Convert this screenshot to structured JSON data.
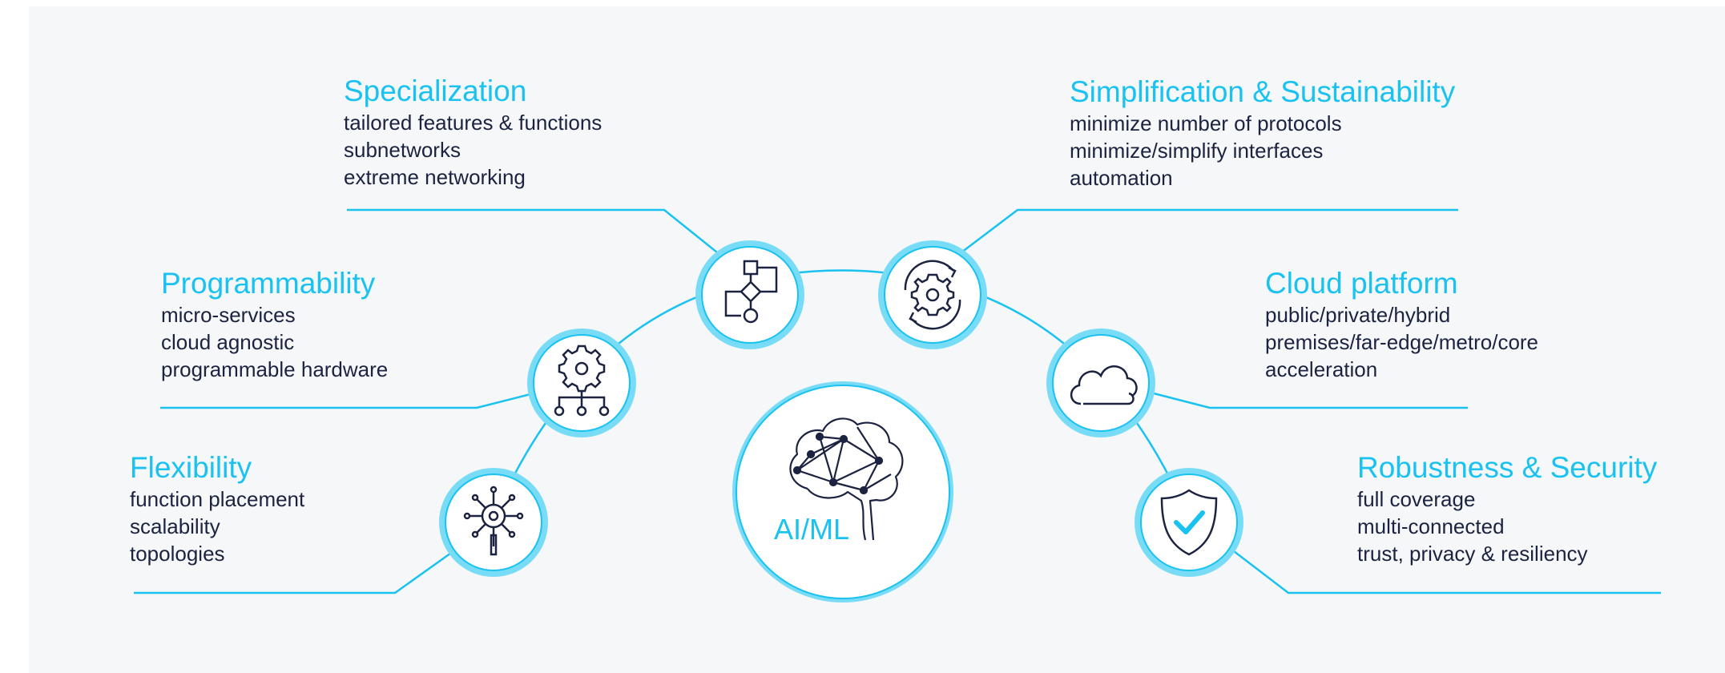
{
  "center": {
    "label": "AI/ML",
    "icon": "brain-network-icon"
  },
  "colors": {
    "accent": "#19c2f0",
    "ring": "#79dcf7",
    "text": "#1c2340",
    "background": "#f6f7f9"
  },
  "nodes": [
    {
      "id": "specialization",
      "title": "Specialization",
      "items": [
        "tailored features & functions",
        "subnetworks",
        "extreme networking"
      ],
      "icon": "flowchart-icon"
    },
    {
      "id": "programmability",
      "title": "Programmability",
      "items": [
        "micro-services",
        "cloud agnostic",
        "programmable hardware"
      ],
      "icon": "gear-hierarchy-icon"
    },
    {
      "id": "flexibility",
      "title": "Flexibility",
      "items": [
        "function placement",
        "scalability",
        "topologies"
      ],
      "icon": "gear-search-icon"
    },
    {
      "id": "simplification",
      "title": "Simplification & Sustainability",
      "items": [
        "minimize number of protocols",
        "minimize/simplify interfaces",
        "automation"
      ],
      "icon": "gear-cycle-icon"
    },
    {
      "id": "cloud",
      "title": "Cloud platform",
      "items": [
        "public/private/hybrid",
        "premises/far-edge/metro/core",
        "acceleration"
      ],
      "icon": "cloud-icon"
    },
    {
      "id": "robustness",
      "title": "Robustness & Security",
      "items": [
        "full coverage",
        "multi-connected",
        "trust, privacy & resiliency"
      ],
      "icon": "shield-check-icon"
    }
  ]
}
